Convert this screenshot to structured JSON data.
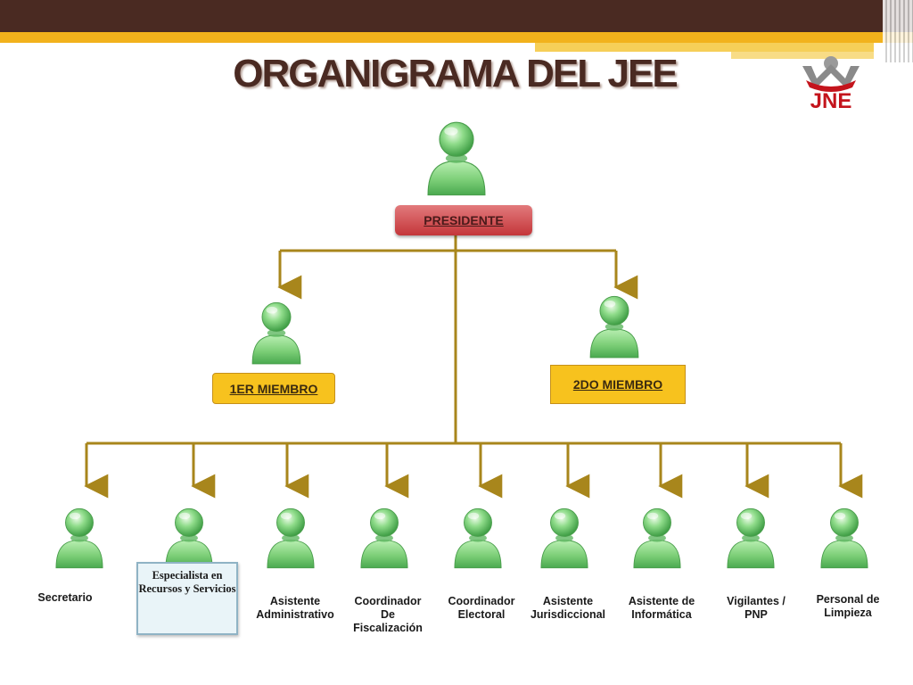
{
  "header": {
    "title": "ORGANIGRAMA DEL JEE",
    "logo_text": "JNE",
    "colors": {
      "band": "#4a2a22",
      "gold": "#f2b21c",
      "line": "#a8861c",
      "person": "#7fd27c"
    }
  },
  "top_roles": {
    "presidente": "PRESIDENTE",
    "miembro1": "1ER MIEMBRO",
    "miembro2": "2DO MIEMBRO"
  },
  "staff": [
    {
      "id": "secretario",
      "label": "Secretario"
    },
    {
      "id": "especialista",
      "label": "Especialista en Recursos y Servicios"
    },
    {
      "id": "asistente-administrativo",
      "label": "Asistente Administrativo"
    },
    {
      "id": "coordinador-fiscalizacion",
      "label": "Coordinador De Fiscalización"
    },
    {
      "id": "coordinador-electoral",
      "label": "Coordinador Electoral"
    },
    {
      "id": "asistente-jurisdiccional",
      "label": "Asistente Jurisdiccional"
    },
    {
      "id": "asistente-informatica",
      "label": "Asistente de Informática"
    },
    {
      "id": "vigilantes-pnp",
      "label": "Vigilantes / PNP"
    },
    {
      "id": "personal-limpieza",
      "label": "Personal de Limpieza"
    }
  ]
}
